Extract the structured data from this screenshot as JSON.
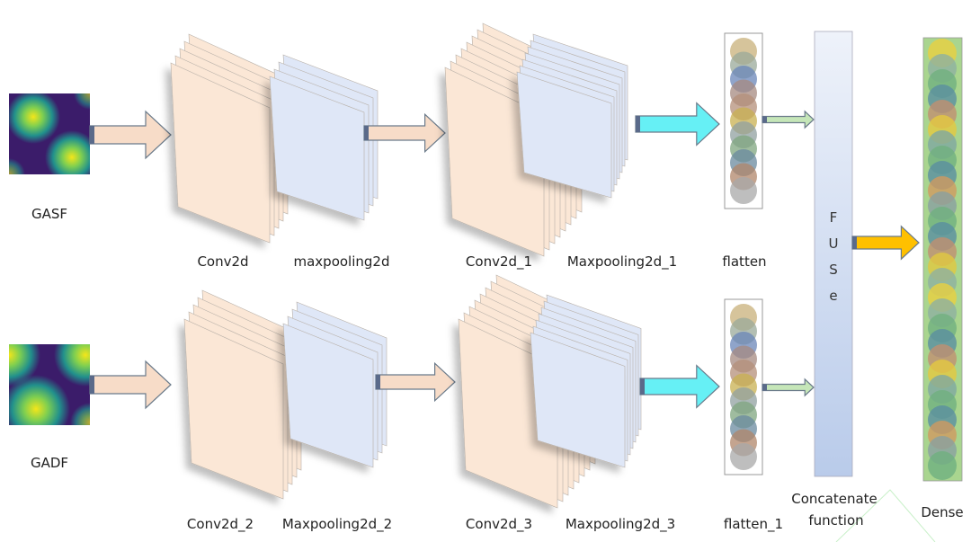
{
  "inputs": {
    "top": "GASF",
    "bottom": "GADF"
  },
  "top_labels": {
    "conv": "Conv2d",
    "pool": "maxpooling2d",
    "conv1": "Conv2d_1",
    "pool1": "Maxpooling2d_1",
    "flatten": "flatten"
  },
  "bottom_labels": {
    "conv": "Conv2d_2",
    "pool": "Maxpooling2d_2",
    "conv1": "Conv2d_3",
    "pool1": "Maxpooling2d_3",
    "flatten": "flatten_1"
  },
  "fuse": {
    "letters": [
      "F",
      "U",
      "S",
      "e"
    ],
    "label_line1": "Concatenate",
    "label_line2": "function"
  },
  "dense": {
    "label": "Dense"
  },
  "colors": {
    "conv_sheet": "#fbe7d6",
    "pool_sheet": "#dfe7f7",
    "arrow_peach": "#f7dcc8",
    "arrow_cyan": "#66f0f5",
    "arrow_green": "#c5e6b8",
    "arrow_orange": "#ffc000",
    "fuse_bar": "#c4d2ec",
    "dense_bar": "#a9d58f"
  },
  "flatten_circle_colors": [
    "#c8b07a",
    "#9aa99a",
    "#6a86b8",
    "#a68a80",
    "#b48f7a",
    "#c8b050",
    "#90a0a0",
    "#7fa57f",
    "#6a8a9f",
    "#b0856a",
    "#a8a8a8"
  ],
  "dense_circle_colors": [
    "#e8cf40",
    "#8fb0a0",
    "#70b07f",
    "#5a8ea0",
    "#c09070",
    "#e3c840",
    "#7fa8a0",
    "#70b080",
    "#5a8ea0",
    "#d09a60",
    "#8aa0a0",
    "#6fb080",
    "#5a8ea0",
    "#c09070",
    "#e0c840",
    "#8fb0a0"
  ]
}
